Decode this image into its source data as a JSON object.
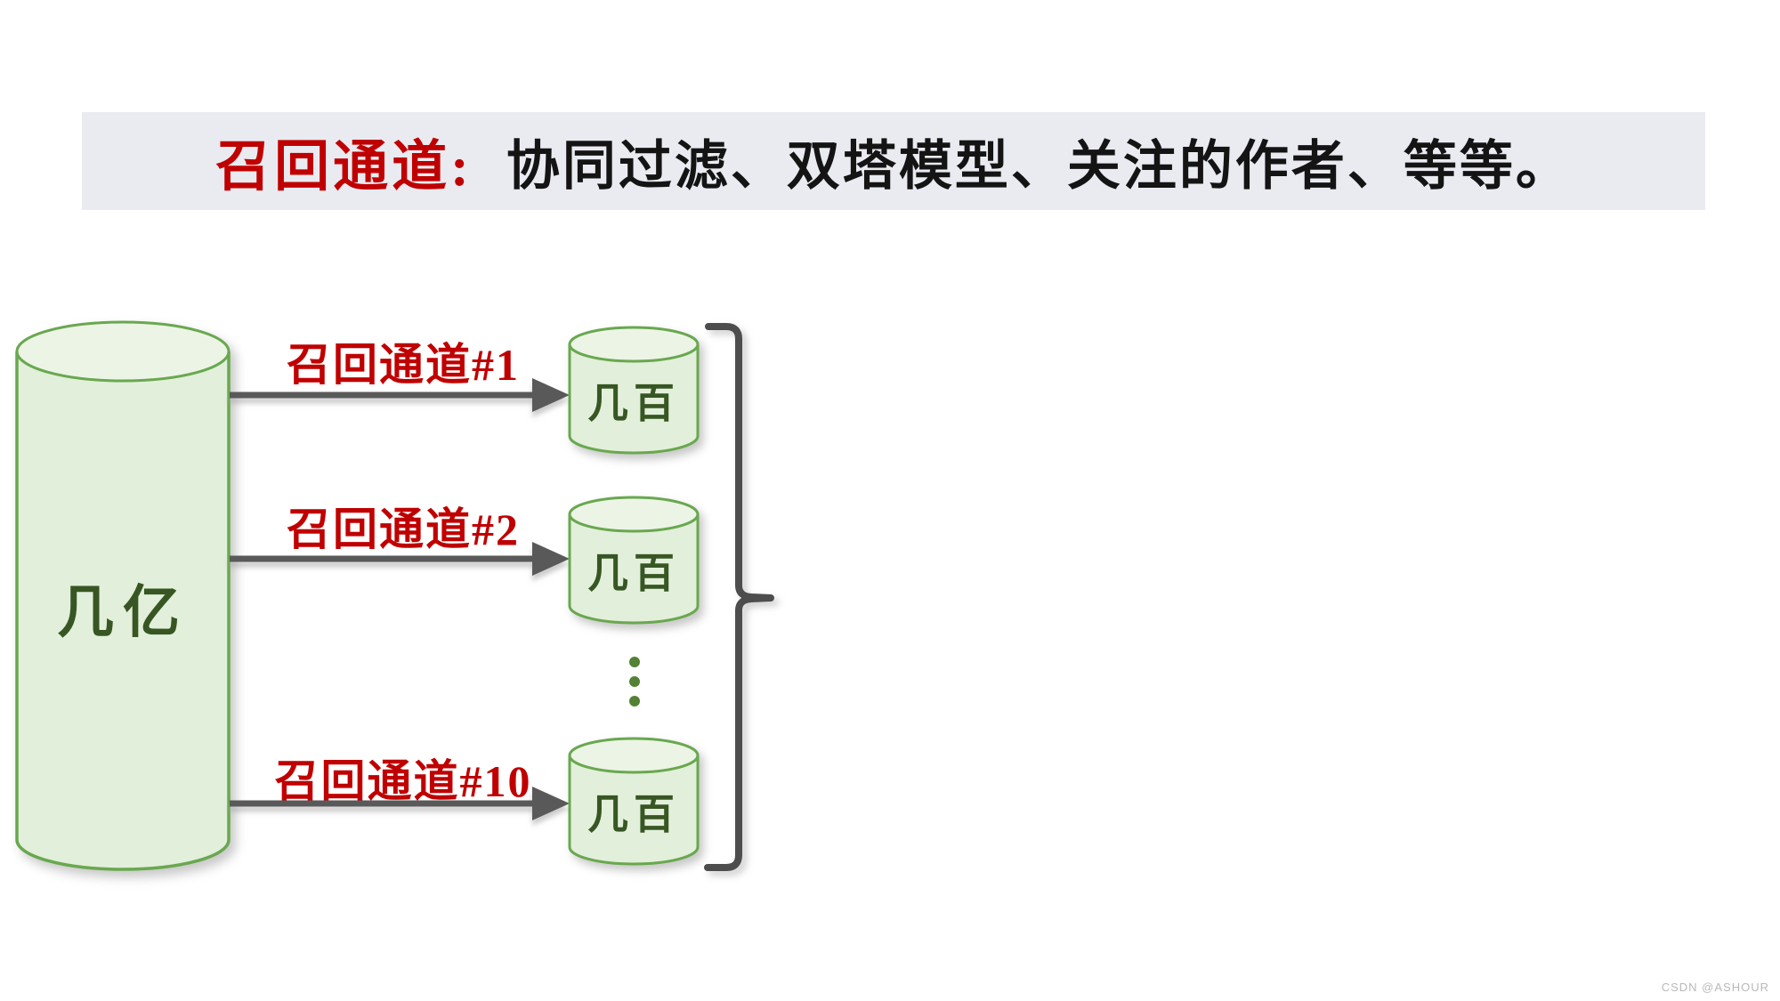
{
  "banner": {
    "highlight": "召回通道:",
    "text": "协同过滤、双塔模型、关注的作者、等等。"
  },
  "source": {
    "label": "几亿"
  },
  "channels": [
    {
      "label": "召回通道#1",
      "result": "几百"
    },
    {
      "label": "召回通道#2",
      "result": "几百"
    },
    {
      "label": "召回通道#10",
      "result": "几百"
    }
  ],
  "ellipsis": {
    "dot_count": 3
  },
  "watermark": "CSDN @ASHOUR",
  "colors": {
    "banner_bg": "#e9ebf1",
    "highlight_red": "#c00000",
    "cylinder_fill": "#e2efda",
    "cylinder_top_fill": "#ecf4e6",
    "cylinder_stroke": "#69a84f",
    "label_green": "#375623",
    "arrow_gray": "#595959",
    "brace_gray": "#4d4d4d",
    "dot_green": "#538135",
    "watermark_gray": "#b9b9b9"
  }
}
